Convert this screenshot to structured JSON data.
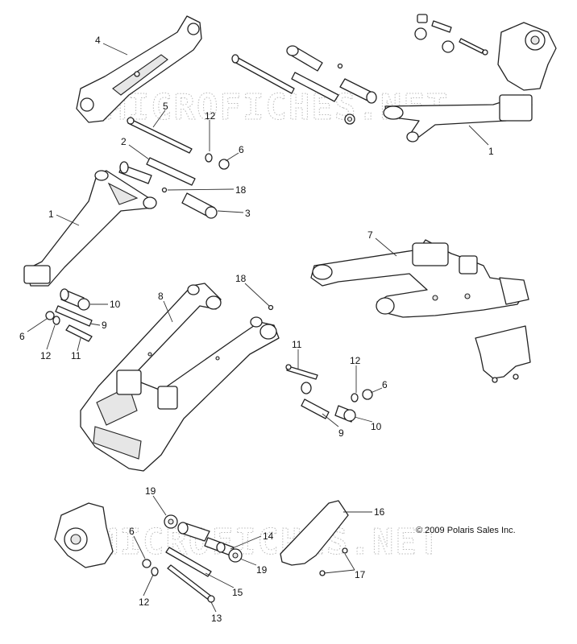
{
  "watermark": "MICROFICHES.NET",
  "copyright": "© 2009 Polaris Sales Inc.",
  "callouts": {
    "c1_top": "1",
    "c1_left": "1",
    "c2": "2",
    "c3": "3",
    "c4": "4",
    "c5": "5",
    "c6_a": "6",
    "c6_b": "6",
    "c6_c": "6",
    "c6_d": "6",
    "c7": "7",
    "c8": "8",
    "c9_a": "9",
    "c9_b": "9",
    "c10_a": "10",
    "c10_b": "10",
    "c11_a": "11",
    "c11_b": "11",
    "c12_a": "12",
    "c12_b": "12",
    "c12_c": "12",
    "c12_d": "12",
    "c13": "13",
    "c14": "14",
    "c15": "15",
    "c16": "16",
    "c17": "17",
    "c18_a": "18",
    "c18_b": "18",
    "c19_a": "19",
    "c19_b": "19"
  }
}
